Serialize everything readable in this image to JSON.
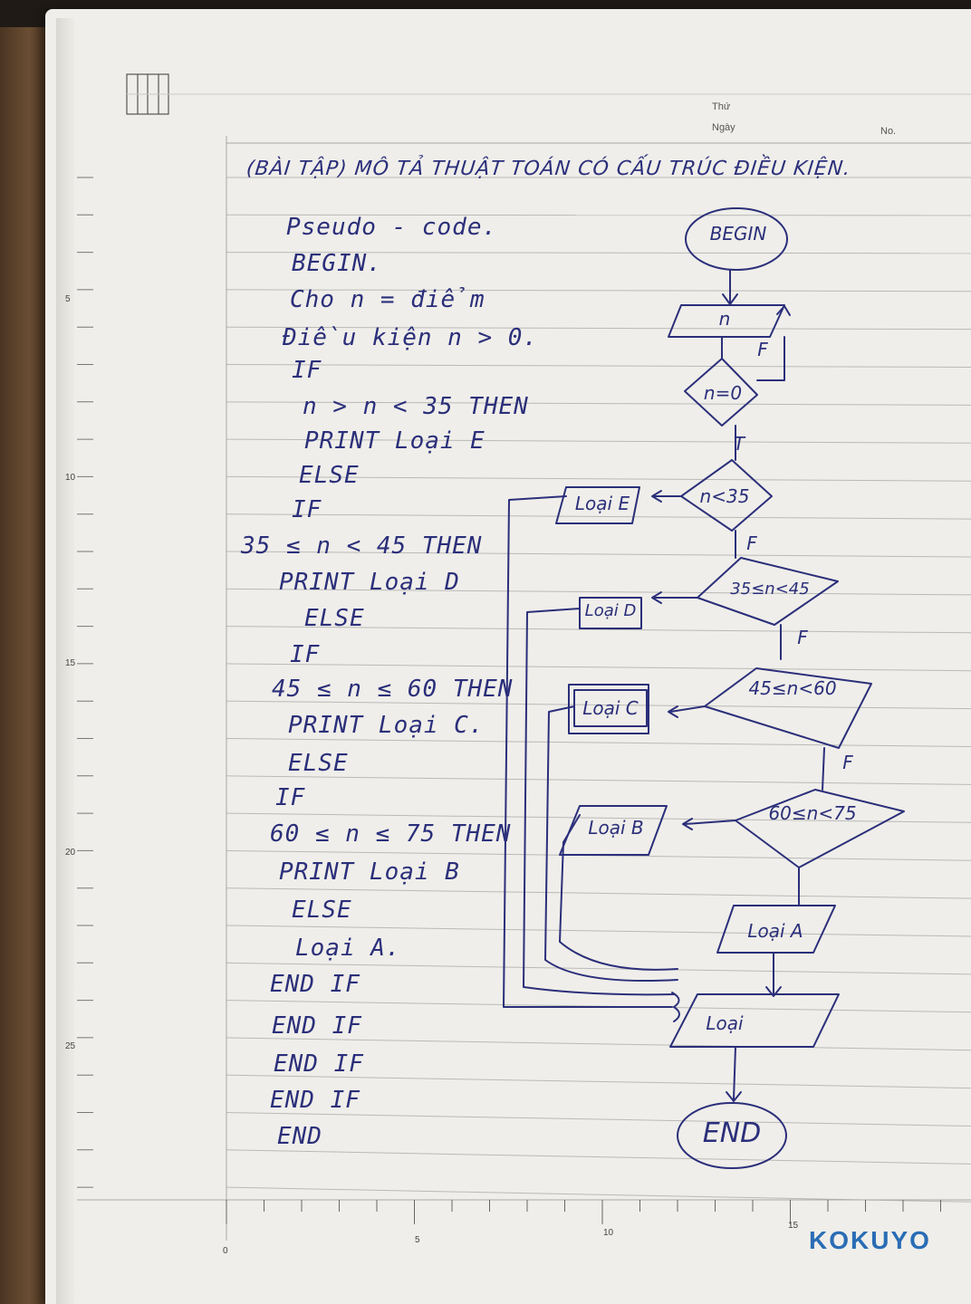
{
  "header": {
    "thu_label": "Thứ",
    "ngay_label": "Ngày",
    "no_label": "No."
  },
  "title": "(BÀI TẬP) MÔ TẢ THUẬT TOÁN CÓ CẤU TRÚC ĐIỀU KIỆN.",
  "pseudocode": [
    "Pseudo - code.",
    "BEGIN.",
    "Cho n = điểm",
    "Điều kiện n > 0.",
    "IF",
    "n > n < 35 THEN",
    "PRINT Loại E",
    "ELSE",
    "IF",
    "35 ≤ n < 45 THEN",
    "PRINT Loại D",
    "ELSE",
    "IF",
    "45 ≤ n ≤ 60 THEN",
    "PRINT Loại C.",
    "ELSE",
    "IF",
    "60 ≤ n ≤ 75 THEN",
    "PRINT Loại B",
    "ELSE",
    "Loại A.",
    "END IF",
    "END IF",
    "END IF",
    "END IF",
    "END"
  ],
  "flowchart": {
    "begin": "BEGIN",
    "input": "n",
    "cond0": "n=0",
    "false_label": "F",
    "true_label": "T",
    "cond1": "n<35",
    "cond2": "35≤n<45",
    "cond3": "45≤n<60",
    "cond4": "60≤n<75",
    "out_e": "Loại E",
    "out_d": "Loại D",
    "out_c": "Loại C",
    "out_b": "Loại B",
    "out_a": "Loại A",
    "out_final": "Loại",
    "end": "END"
  },
  "ruler": {
    "left": [
      "5",
      "10",
      "15",
      "20",
      "25"
    ],
    "bottom": [
      "0",
      "5",
      "10",
      "15"
    ]
  },
  "brand": "KOKUYO",
  "colors": {
    "ink": "#2b2f7a",
    "paper": "#efeeea",
    "rule": "#b9b9b6",
    "brand": "#2a6db5"
  }
}
